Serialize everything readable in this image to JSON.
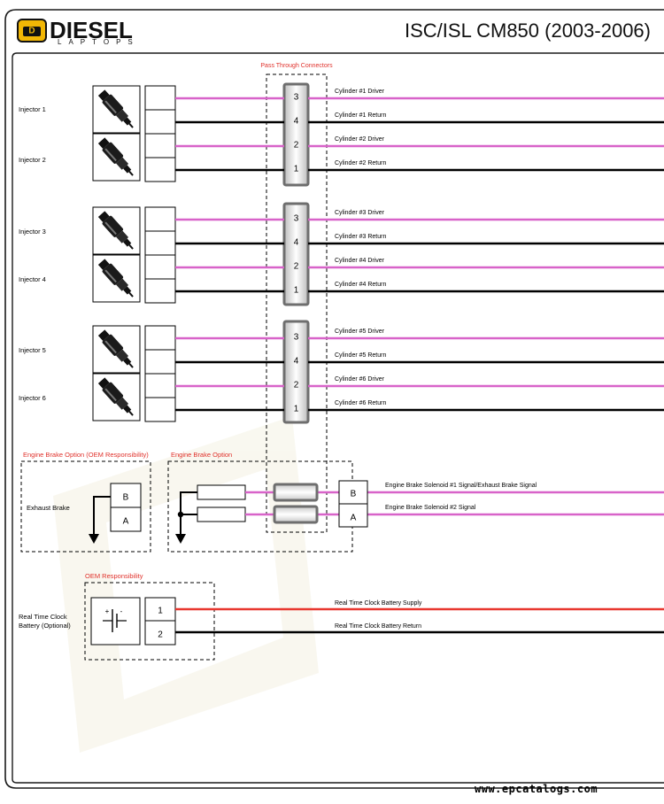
{
  "header": {
    "logo_text": "DIESEL",
    "logo_sub": "LAPTOPS",
    "title": "ISC/ISL CM850 (2003-2006)"
  },
  "colors": {
    "driver_wire": "#d863c9",
    "return_wire": "#000000",
    "supply_wire": "#e8372f",
    "section_label": "#e0312b",
    "connector_fill": "#e6e6e6"
  },
  "pass_through": {
    "label": "Pass Through Connectors",
    "connectors": [
      {
        "pins": [
          "3",
          "4",
          "2",
          "1"
        ]
      },
      {
        "pins": [
          "3",
          "4",
          "2",
          "1"
        ]
      },
      {
        "pins": [
          "3",
          "4",
          "2",
          "1"
        ]
      }
    ]
  },
  "injectors": [
    {
      "label": "Injector 1"
    },
    {
      "label": "Injector 2"
    },
    {
      "label": "Injector 3"
    },
    {
      "label": "Injector 4"
    },
    {
      "label": "Injector 5"
    },
    {
      "label": "Injector 6"
    }
  ],
  "wires": [
    {
      "label": "Cylinder #1 Driver",
      "kind": "driver"
    },
    {
      "label": "Cylinder #1 Return",
      "kind": "return"
    },
    {
      "label": "Cylinder #2 Driver",
      "kind": "driver"
    },
    {
      "label": "Cylinder #2 Return",
      "kind": "return"
    },
    {
      "label": "Cylinder #3 Driver",
      "kind": "driver"
    },
    {
      "label": "Cylinder #3 Return",
      "kind": "return"
    },
    {
      "label": "Cylinder #4 Driver",
      "kind": "driver"
    },
    {
      "label": "Cylinder #4 Return",
      "kind": "return"
    },
    {
      "label": "Cylinder #5 Driver",
      "kind": "driver"
    },
    {
      "label": "Cylinder #5 Return",
      "kind": "return"
    },
    {
      "label": "Cylinder #6 Driver",
      "kind": "driver"
    },
    {
      "label": "Cylinder #6 Return",
      "kind": "return"
    }
  ],
  "engine_brake": {
    "oem_label": "Engine Brake Option (OEM Responsibility)",
    "option_label": "Engine Brake Option",
    "exhaust_label": "Exhaust Brake",
    "exhaust_pins": [
      "B",
      "A"
    ],
    "connector_pins": [
      "B",
      "A"
    ],
    "wires": [
      {
        "label": "Engine Brake Solenoid #1 Signal/Exhaust Brake Signal",
        "kind": "driver"
      },
      {
        "label": "Engine Brake Solenoid #2 Signal",
        "kind": "driver"
      }
    ]
  },
  "rtc": {
    "oem_label": "OEM Responsibility",
    "label_line1": "Real Time Clock",
    "label_line2": "Battery (Optional)",
    "pins": [
      "1",
      "2"
    ],
    "battery_plus": "+",
    "battery_minus": "-",
    "wires": [
      {
        "label": "Real Time Clock Battery Supply",
        "kind": "supply"
      },
      {
        "label": "Real Time Clock Battery Return",
        "kind": "return"
      }
    ]
  },
  "footer": {
    "url": "www.epcatalogs.com"
  }
}
